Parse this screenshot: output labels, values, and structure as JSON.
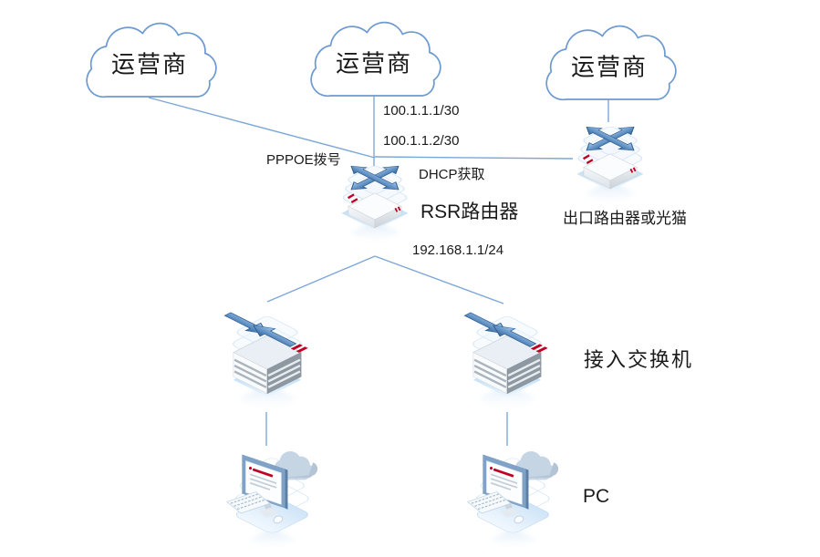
{
  "diagram": {
    "title": "network-topology",
    "clouds": [
      {
        "label": "运营商"
      },
      {
        "label": "运营商"
      },
      {
        "label": "运营商"
      }
    ],
    "labels": {
      "wan_ip_1": "100.1.1.1/30",
      "wan_ip_2": "100.1.1.2/30",
      "pppoe": "PPPOE拨号",
      "dhcp": "DHCP获取",
      "lan_ip": "192.168.1.1/24",
      "rsr_router": "RSR路由器",
      "exit_router": "出口路由器或光猫",
      "access_switch": "接入交换机",
      "pc": "PC"
    },
    "colors": {
      "line": "#7DA7D8",
      "cloud_stroke": "#6D9AD0",
      "arrow_blue": "#4C7FB8",
      "accent_red": "#C00023",
      "text": "#1A1A1A"
    }
  }
}
